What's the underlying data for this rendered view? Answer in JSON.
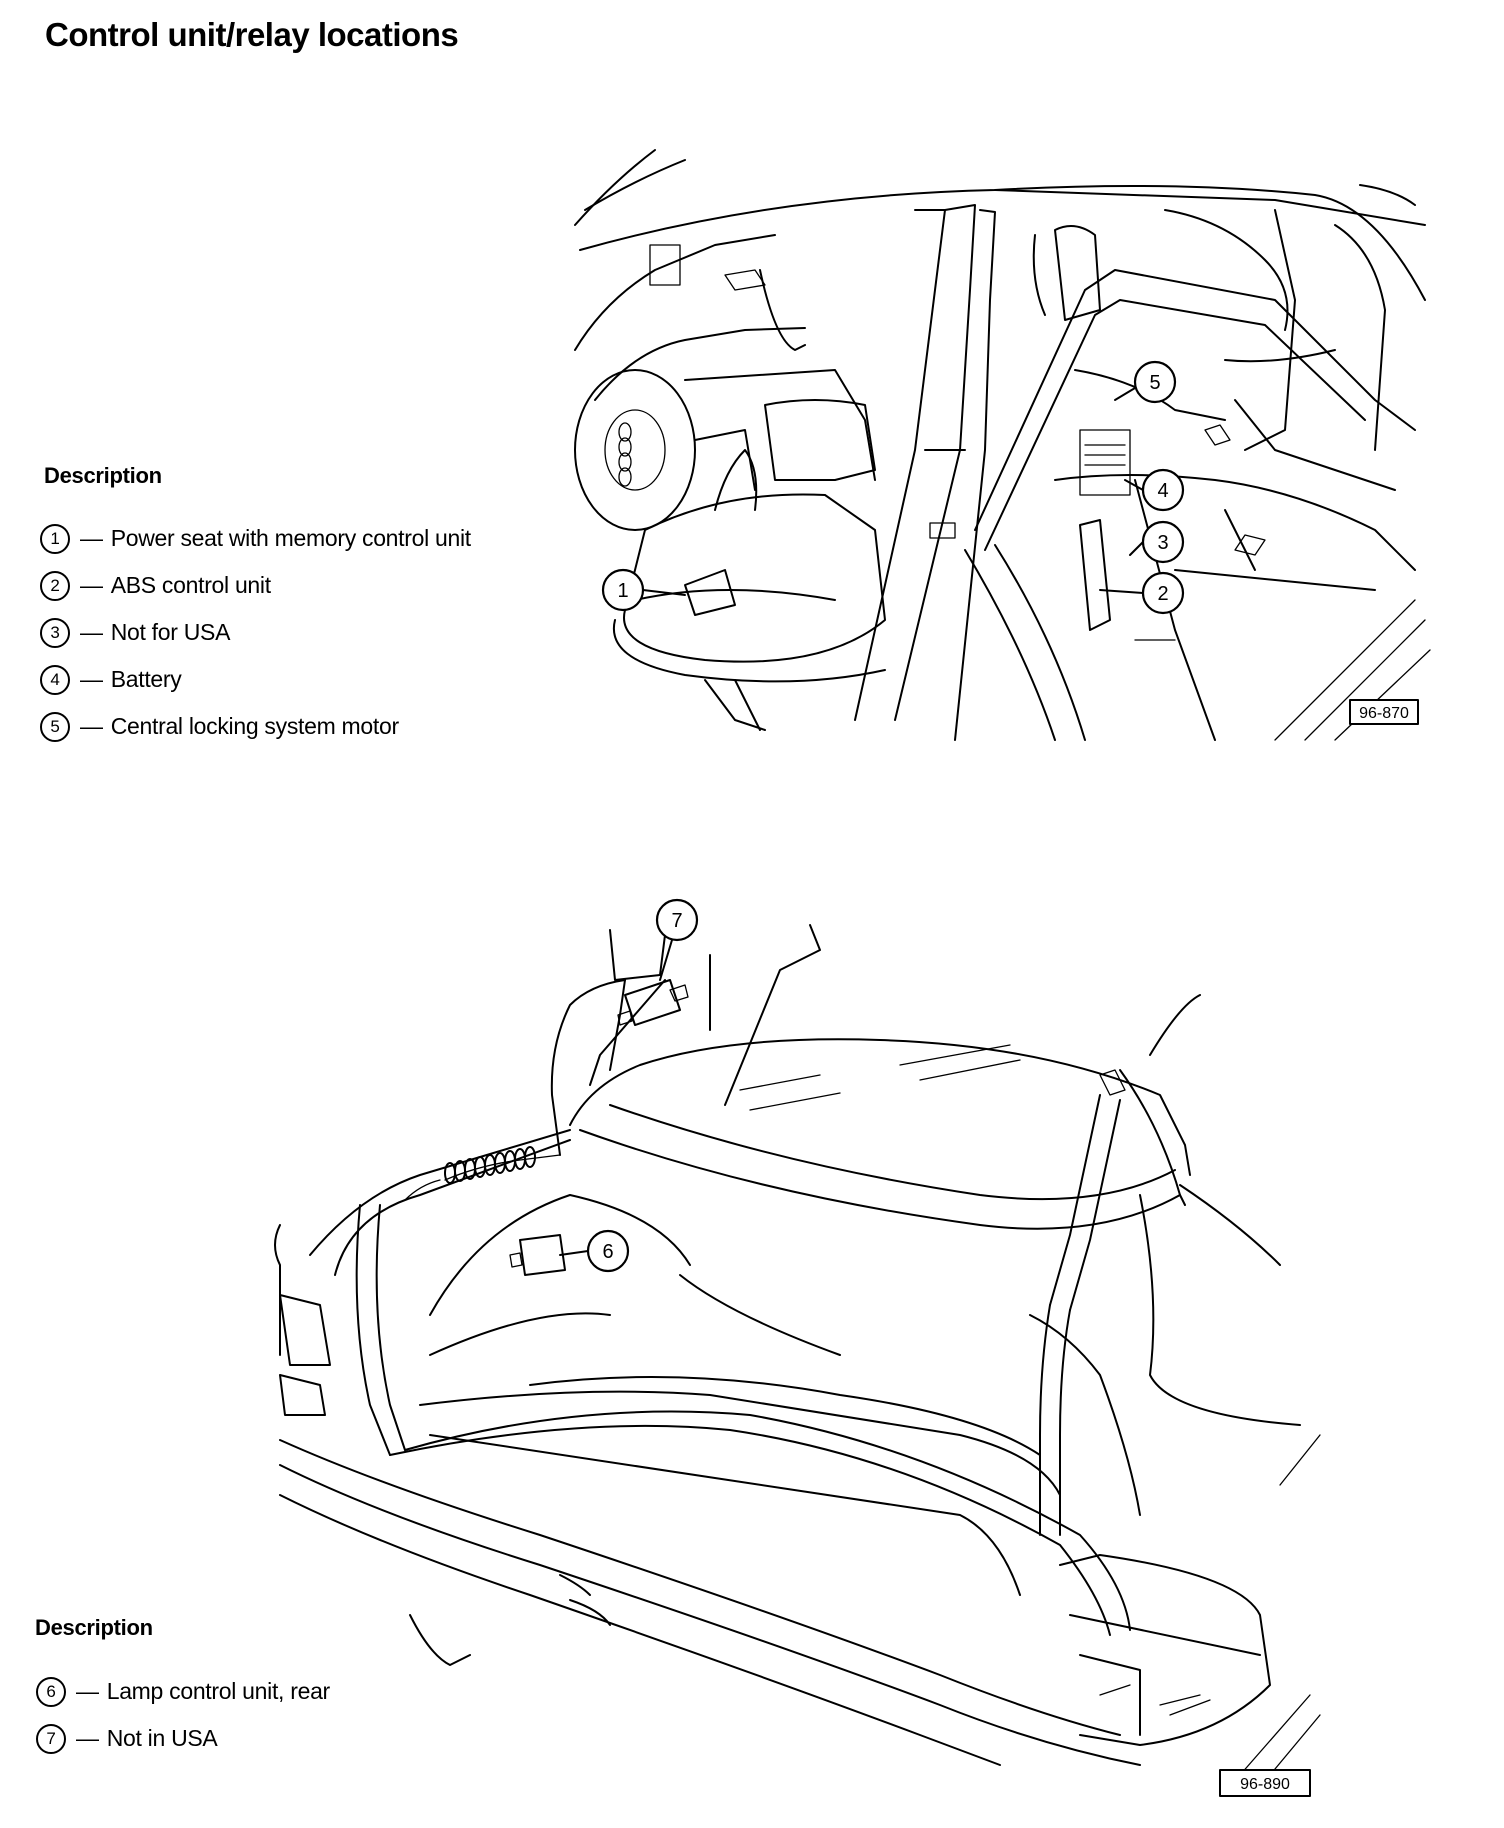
{
  "title": "Control unit/relay locations",
  "section1": {
    "heading": "Description",
    "items": [
      {
        "num": "1",
        "dash": "—",
        "label": "Power seat with memory control unit"
      },
      {
        "num": "2",
        "dash": "—",
        "label": "ABS control unit"
      },
      {
        "num": "3",
        "dash": "—",
        "label": "Not for USA"
      },
      {
        "num": "4",
        "dash": "—",
        "label": "Battery"
      },
      {
        "num": "5",
        "dash": "—",
        "label": "Central locking system motor"
      }
    ],
    "figure_code": "96-870"
  },
  "section2": {
    "heading": "Description",
    "items": [
      {
        "num": "6",
        "dash": "—",
        "label": "Lamp control unit, rear"
      },
      {
        "num": "7",
        "dash": "—",
        "label": "Not in USA"
      }
    ],
    "figure_code": "96-890"
  }
}
